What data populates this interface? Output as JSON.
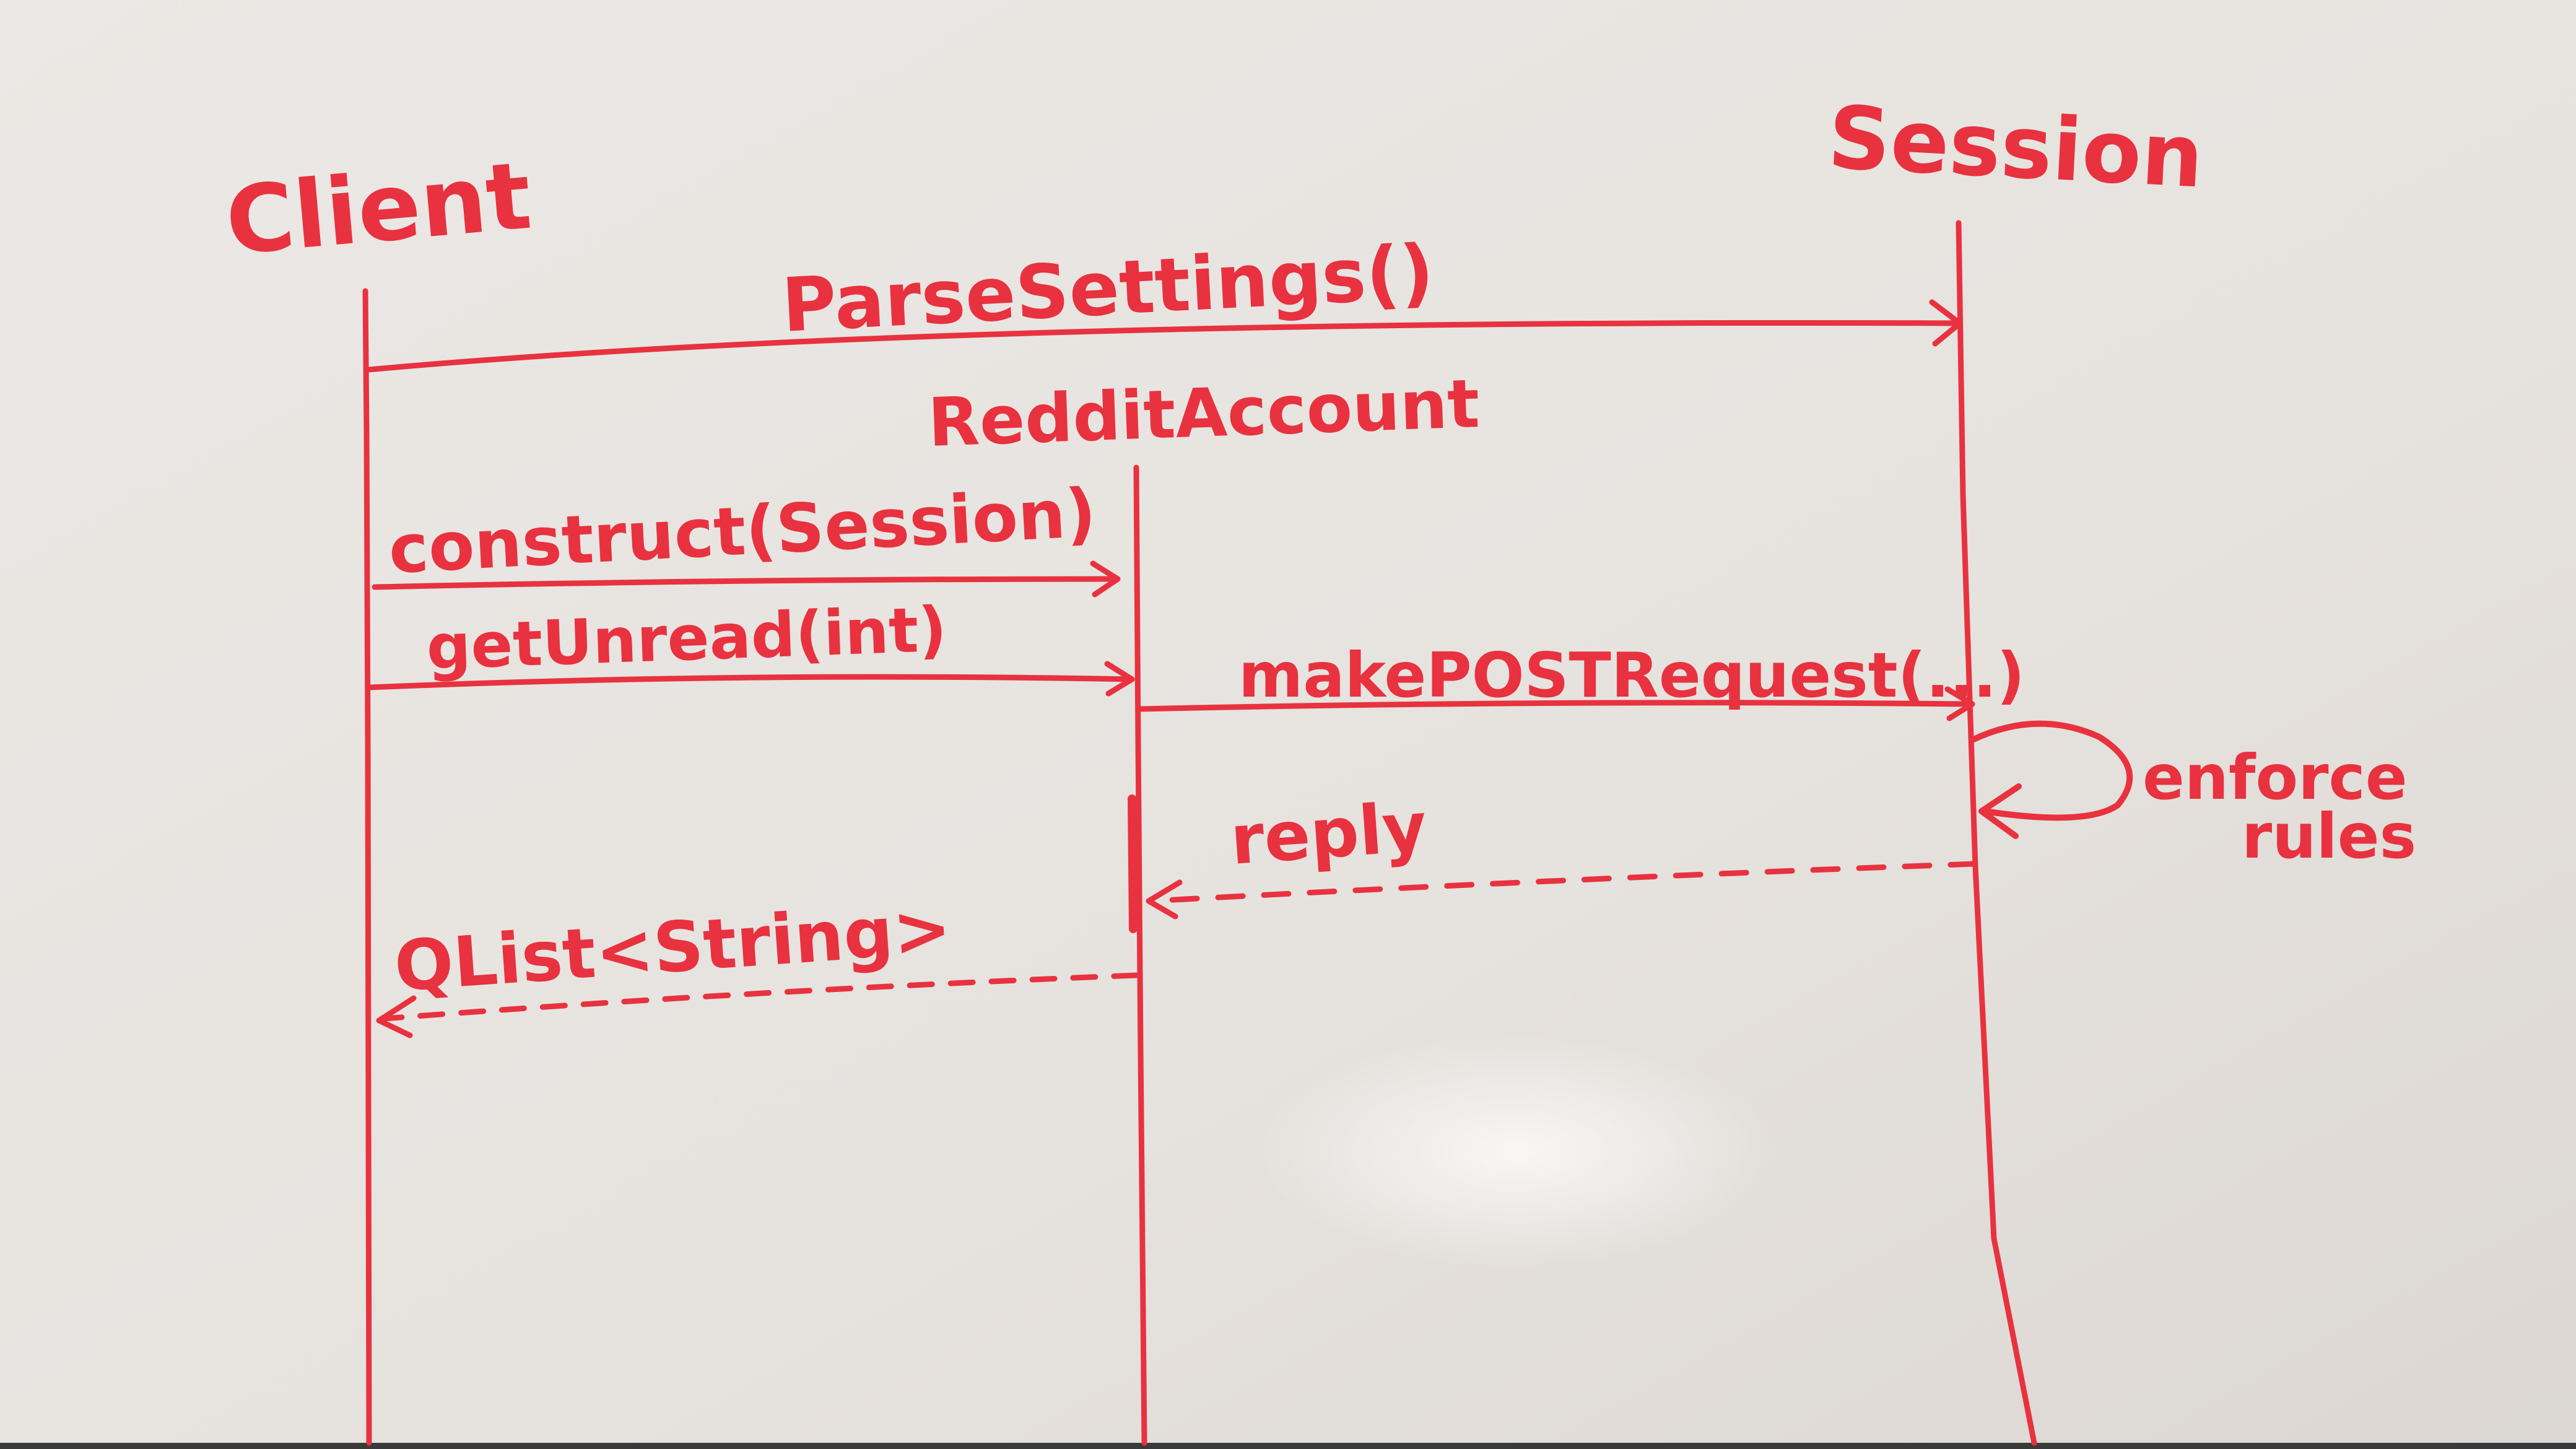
{
  "colors": {
    "ink": "#e8323f",
    "board": "#e8e4e0",
    "board_edge": "#cfcac5",
    "frame": "#2b2b2b"
  },
  "participants": {
    "client": "Client",
    "session": "Session",
    "reddit_account": "RedditAccount"
  },
  "messages": {
    "parse_settings": "ParseSettings()",
    "construct": "construct(Session)",
    "get_unread": "getUnread(int)",
    "make_post_request": "makePOSTRequest(...)",
    "enforce_rules_line1": "enforce",
    "enforce_rules_line2": "rules",
    "reply": "reply",
    "qlist_string": "QList<String>"
  }
}
